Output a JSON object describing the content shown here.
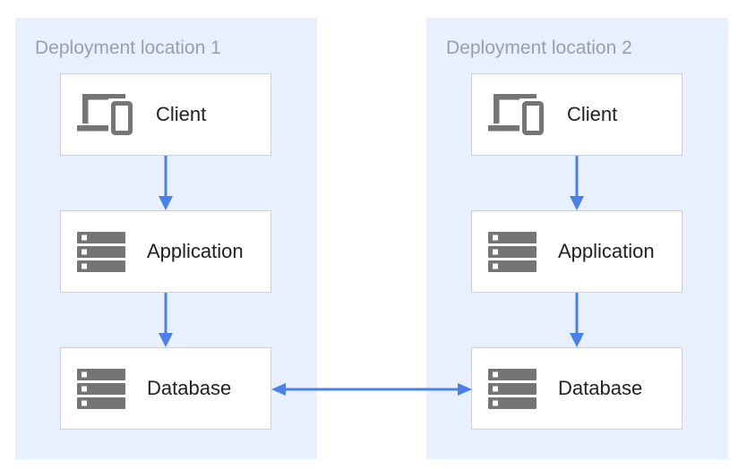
{
  "diagram": {
    "colors": {
      "panel_bg": "#e8f0fe",
      "box_bg": "#ffffff",
      "box_border": "#cdd1d6",
      "arrow_blue": "#4a80ec",
      "icon_gray": "#757575",
      "title_gray": "#9aa0a6",
      "label_dark": "#212121"
    },
    "panels": [
      {
        "title": "Deployment location 1",
        "nodes": [
          {
            "label": "Client",
            "icon": "client-devices-icon"
          },
          {
            "label": "Application",
            "icon": "server-stack-icon"
          },
          {
            "label": "Database",
            "icon": "server-stack-icon"
          }
        ]
      },
      {
        "title": "Deployment location 2",
        "nodes": [
          {
            "label": "Client",
            "icon": "client-devices-icon"
          },
          {
            "label": "Application",
            "icon": "server-stack-icon"
          },
          {
            "label": "Database",
            "icon": "server-stack-icon"
          }
        ]
      }
    ],
    "connections": [
      {
        "from": "location-1-client",
        "to": "location-1-application",
        "direction": "down"
      },
      {
        "from": "location-1-application",
        "to": "location-1-database",
        "direction": "down"
      },
      {
        "from": "location-2-client",
        "to": "location-2-application",
        "direction": "down"
      },
      {
        "from": "location-2-application",
        "to": "location-2-database",
        "direction": "down"
      },
      {
        "from": "location-1-database",
        "to": "location-2-database",
        "direction": "bidirectional"
      }
    ]
  }
}
